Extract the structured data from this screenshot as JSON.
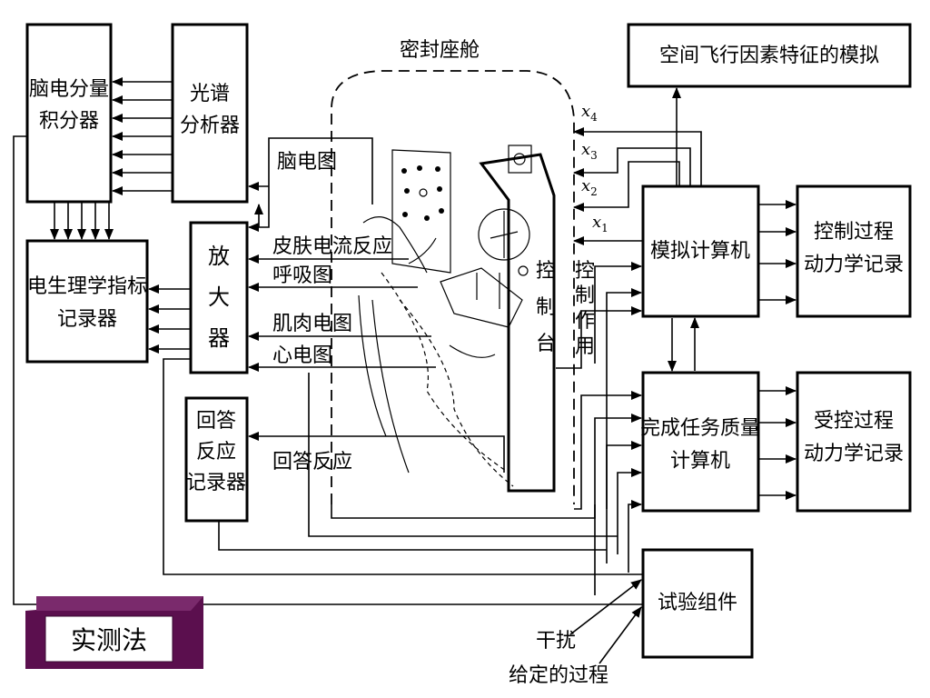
{
  "diagram": {
    "boxes": {
      "eeg_integrator": [
        "脑电分量",
        "积分器"
      ],
      "spectrum_analyzer": [
        "光谱",
        "分析器"
      ],
      "physio_recorder": [
        "电生理学指标",
        "记录器"
      ],
      "amplifier": [
        "放",
        "大",
        "器"
      ],
      "answer_recorder": [
        "回答",
        "反应",
        "记录器"
      ],
      "space_flight_sim": "空间飞行因素特征的模拟",
      "simulation_computer": "模拟计算机",
      "control_dynamics": [
        "控制过程",
        "动力学记录"
      ],
      "task_quality_computer": [
        "完成任务质量",
        "计算机"
      ],
      "controlled_dynamics": [
        "受控过程",
        "动力学记录"
      ],
      "test_component": "试验组件"
    },
    "labels": {
      "sealed_cabin": "密封座舱",
      "eeg": "脑电图",
      "skin_current": "皮肤电流反应",
      "respiration": "呼吸图",
      "emg": "肌肉电图",
      "ecg": "心电图",
      "answer_reaction": "回答反应",
      "control_console": [
        "控",
        "制",
        "台"
      ],
      "control_action": [
        "控",
        "制",
        "作",
        "用"
      ],
      "disturbance": "干扰",
      "given_process": "给定的过程"
    },
    "x_inputs": [
      {
        "base": "x",
        "sub": "4"
      },
      {
        "base": "x",
        "sub": "3"
      },
      {
        "base": "x",
        "sub": "2"
      },
      {
        "base": "x",
        "sub": "1"
      }
    ]
  },
  "method_badge": {
    "label": "实测法",
    "face_color": "#ffffff",
    "frame_color": "#5b0f4e"
  }
}
